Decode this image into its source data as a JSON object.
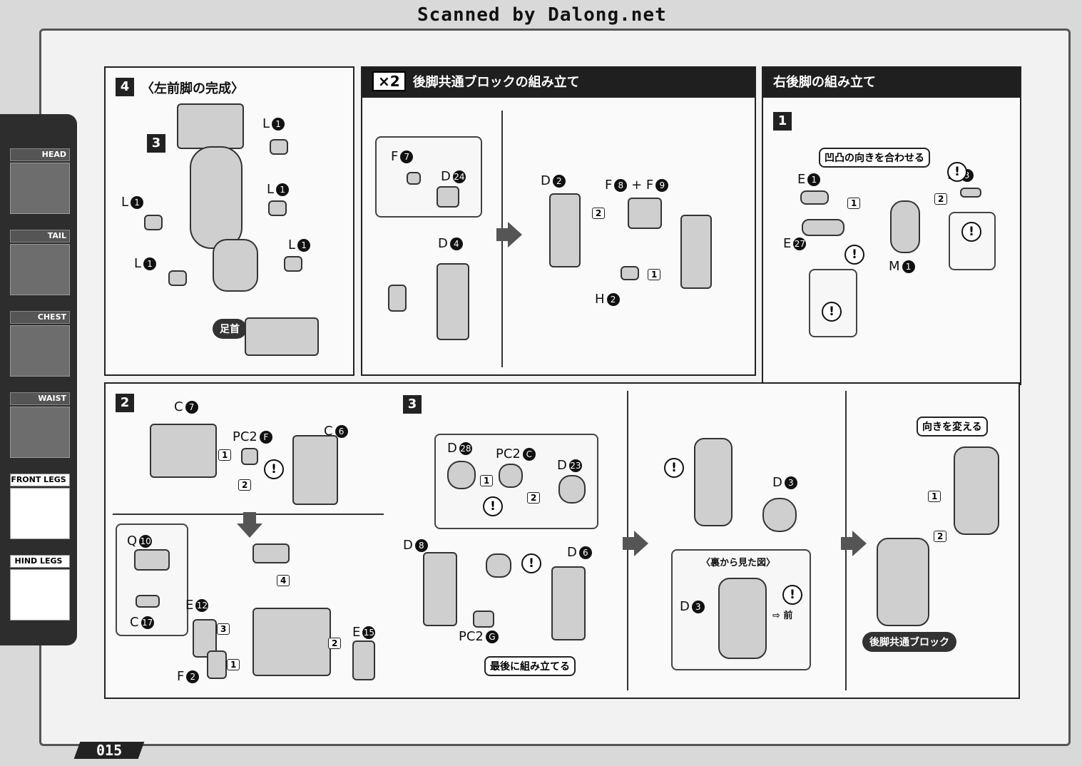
{
  "watermark": "Scanned by Dalong.net",
  "page_number": "015",
  "sidebar": {
    "tabs": [
      {
        "label": "HEAD"
      },
      {
        "label": "TAIL"
      },
      {
        "label": "CHEST"
      },
      {
        "label": "WAIST"
      },
      {
        "label": "FRONT LEGS"
      },
      {
        "label": "HIND LEGS"
      }
    ]
  },
  "panel_front": {
    "step": "4",
    "title": "〈左前脚の完成〉",
    "ref_step": "3",
    "parts": [
      "L",
      "L",
      "L",
      "L",
      "L"
    ],
    "part_num": "1",
    "ankle": "足首"
  },
  "panel_common": {
    "multiplier": "×2",
    "title": "後脚共通ブロックの組み立て",
    "parts": {
      "f7": "F",
      "f7n": "7",
      "d24": "D",
      "d24n": "24",
      "d4": "D",
      "d4n": "4",
      "d2": "D",
      "d2n": "2",
      "f8": "F",
      "f8n": "8",
      "plus": "+",
      "f9": "F",
      "f9n": "9",
      "h2": "H",
      "h2n": "2"
    },
    "steps": [
      "2",
      "1"
    ]
  },
  "panel_right": {
    "title": "右後脚の組み立て",
    "step": "1",
    "callout": "凹凸の向きを合わせる",
    "parts": {
      "e1": "E",
      "e1n": "1",
      "e27": "E",
      "e27n": "27",
      "m3": "M",
      "m3n": "3",
      "m1": "M",
      "m1n": "1"
    },
    "steps": [
      "1",
      "2"
    ]
  },
  "panel_step2": {
    "step": "2",
    "parts": {
      "c7": "C",
      "c7n": "7",
      "pc2f": "PC2",
      "pc2fn": "F",
      "c6": "C",
      "c6n": "6",
      "q10": "Q",
      "q10n": "10",
      "c17": "C",
      "c17n": "17",
      "e12": "E",
      "e12n": "12",
      "e15": "E",
      "e15n": "15",
      "f2": "F",
      "f2n": "2"
    },
    "steps": [
      "1",
      "2",
      "4",
      "3",
      "2",
      "1"
    ]
  },
  "panel_step3": {
    "step": "3",
    "parts": {
      "d28": "D",
      "d28n": "28",
      "pc2c": "PC2",
      "pc2cn": "C",
      "d23": "D",
      "d23n": "23",
      "d8": "D",
      "d8n": "8",
      "d6": "D",
      "d6n": "6",
      "pc2g": "PC2",
      "pc2gn": "G",
      "d3": "D",
      "d3n": "3",
      "d3b": "D",
      "d3bn": "3"
    },
    "callout_last": "最後に組み立てる",
    "callout_back": "〈裏から見た図〉",
    "front": "前",
    "callout_turn": "向きを変える",
    "result": "後脚共通ブロック",
    "steps": [
      "1",
      "2",
      "1",
      "2"
    ]
  }
}
